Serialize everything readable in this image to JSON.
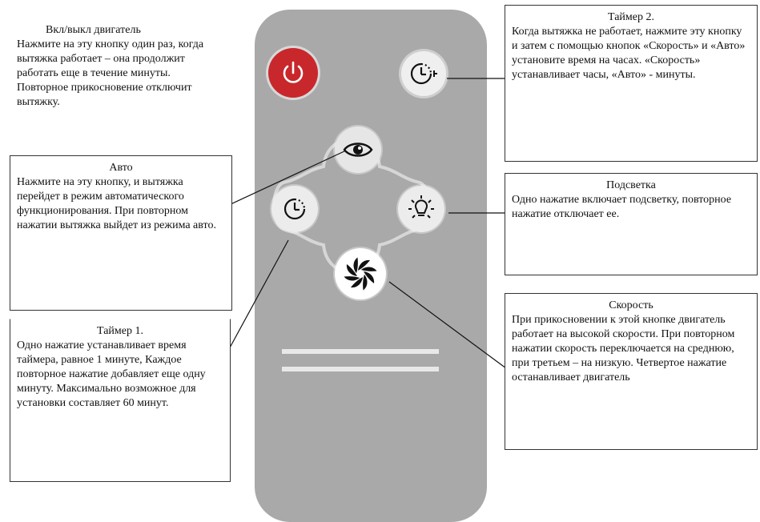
{
  "callouts": {
    "power": {
      "title": "Вкл/выкл двигатель",
      "text": "Нажмите на эту кнопку один раз, когда вытяжка работает – она продолжит работать еще в течение минуты. Повторное прикосновение отключит вытяжку."
    },
    "auto": {
      "title": "Авто",
      "text": "Нажмите на эту кнопку, и вытяжка перейдет в режим автоматического функционирования. При повторном нажатии вытяжка выйдет из режима авто."
    },
    "timer1": {
      "title": "Таймер 1.",
      "text": "Одно нажатие устанавливает время таймера, равное 1 минуте, Каждое повторное нажатие добавляет еще одну минуту. Максимально возможное для установки составляет 60 минут."
    },
    "timer2": {
      "title": "Таймер 2.",
      "text": "Когда вытяжка не работает, нажмите эту кнопку и затем с помощью кнопок «Скорость» и «Авто» установите время на часах. «Скорость» устанавливает часы, «Авто» - минуты."
    },
    "light": {
      "title": "Подсветка",
      "text": "Одно нажатие включает подсветку, повторное нажатие отключает ее."
    },
    "speed": {
      "title": "Скорость",
      "text": "При прикосновении к этой кнопке двигатель работает на высокой скорости. При повторном нажатии скорость переключается на среднюю, при третьем – на низкую. Четвертое нажатие останавливает двигатель"
    }
  },
  "icons": {
    "power": "power-icon",
    "timer2": "timer-hours-icon",
    "auto": "eye-icon",
    "timer1": "timer-icon",
    "light": "light-bulb-icon",
    "speed": "fan-icon"
  },
  "colors": {
    "remote_body": "#a9a9a9",
    "power_button": "#c8282c",
    "button_face": "#ececec"
  }
}
